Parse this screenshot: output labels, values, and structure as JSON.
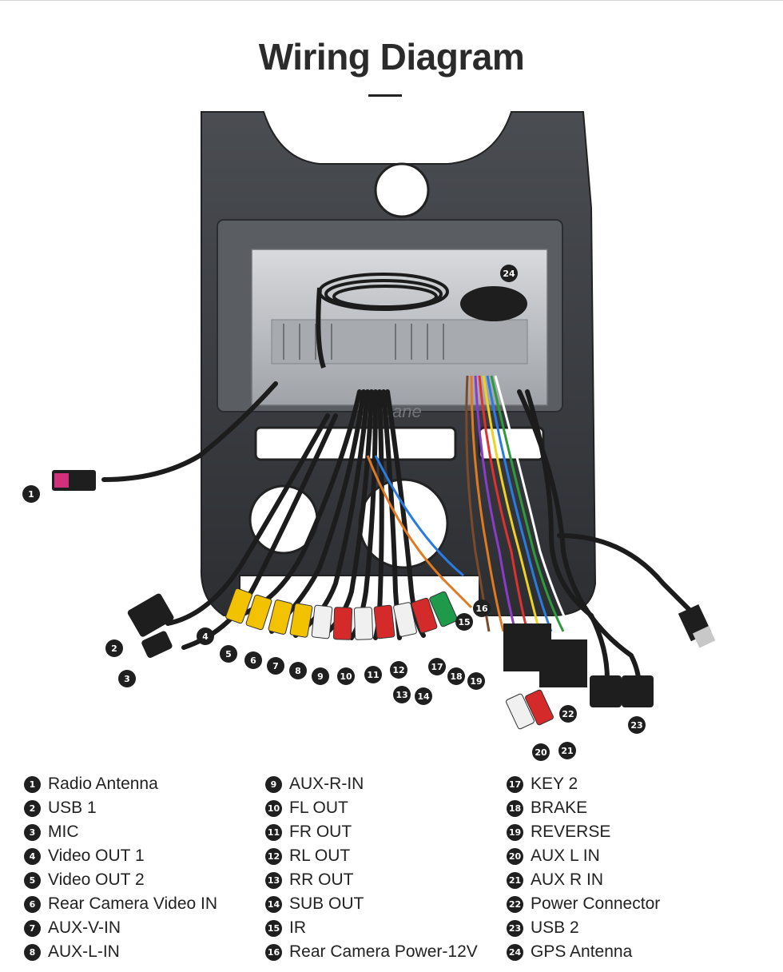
{
  "title": "Wiring Diagram",
  "watermark": "Seicane",
  "legend": [
    {
      "num": "1",
      "label": "Radio Antenna"
    },
    {
      "num": "2",
      "label": "USB 1"
    },
    {
      "num": "3",
      "label": "MIC"
    },
    {
      "num": "4",
      "label": "Video OUT 1"
    },
    {
      "num": "5",
      "label": "Video OUT 2"
    },
    {
      "num": "6",
      "label": "Rear Camera Video IN"
    },
    {
      "num": "7",
      "label": "AUX-V-IN"
    },
    {
      "num": "8",
      "label": "AUX-L-IN"
    },
    {
      "num": "9",
      "label": "AUX-R-IN"
    },
    {
      "num": "10",
      "label": "FL OUT"
    },
    {
      "num": "11",
      "label": "FR OUT"
    },
    {
      "num": "12",
      "label": "RL OUT"
    },
    {
      "num": "13",
      "label": "RR OUT"
    },
    {
      "num": "14",
      "label": "SUB OUT"
    },
    {
      "num": "15",
      "label": "IR"
    },
    {
      "num": "16",
      "label": "Rear Camera Power-12V"
    },
    {
      "num": "17",
      "label": "KEY 2"
    },
    {
      "num": "18",
      "label": "BRAKE"
    },
    {
      "num": "19",
      "label": "REVERSE"
    },
    {
      "num": "20",
      "label": "AUX L IN"
    },
    {
      "num": "21",
      "label": "AUX R IN"
    },
    {
      "num": "22",
      "label": "Power Connector"
    },
    {
      "num": "23",
      "label": "USB 2"
    },
    {
      "num": "24",
      "label": "GPS Antenna"
    }
  ],
  "colors": {
    "frame": "#3a3d42",
    "chassis": "#b9bcc0",
    "cable": "#1c1c1c",
    "rca_yellow": "#f2c200",
    "rca_white": "#f0f0f0",
    "rca_red": "#d42a2a",
    "rca_green": "#1e9a4a",
    "antenna_plug": "#d0317a"
  }
}
